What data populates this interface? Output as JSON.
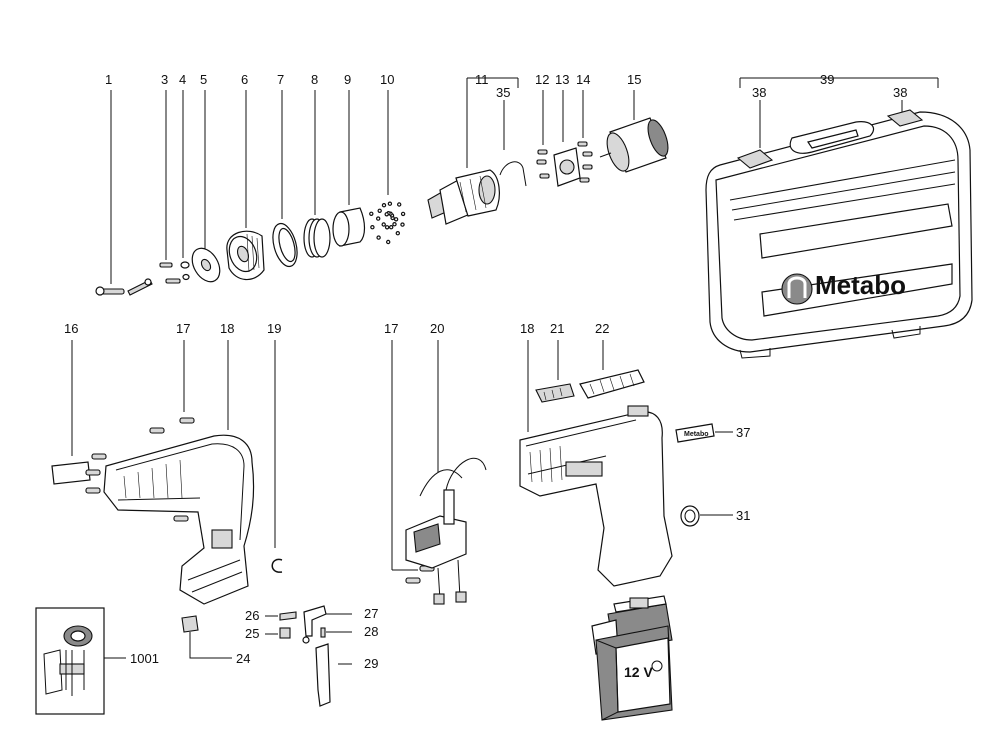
{
  "diagram": {
    "callouts": {
      "c1": "1",
      "c3": "3",
      "c4": "4",
      "c5": "5",
      "c6": "6",
      "c7": "7",
      "c8": "8",
      "c9": "9",
      "c10": "10",
      "c11": "11",
      "c35": "35",
      "c12": "12",
      "c13": "13",
      "c14": "14",
      "c15": "15",
      "c38a": "38",
      "c39": "39",
      "c38b": "38",
      "c16": "16",
      "c17a": "17",
      "c18a": "18",
      "c19": "19",
      "c17b": "17",
      "c20": "20",
      "c18b": "18",
      "c21": "21",
      "c22": "22",
      "c37": "37",
      "c31": "31",
      "c1001": "1001",
      "c26": "26",
      "c25": "25",
      "c24": "24",
      "c27": "27",
      "c28": "28",
      "c29": "29"
    },
    "case_brand": "Metabo",
    "badge_brand": "Metabo",
    "battery_label": "12 V"
  }
}
